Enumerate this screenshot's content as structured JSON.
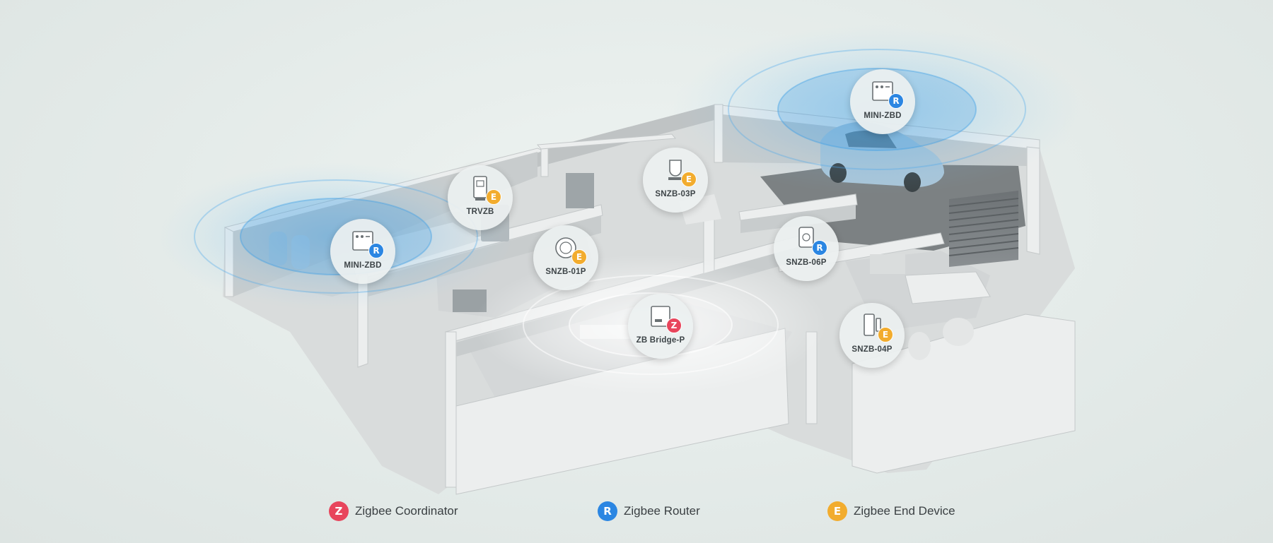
{
  "colors": {
    "coordinator": "#e8455c",
    "router": "#2b86e2",
    "end_device": "#f2ac2e",
    "router_signal": "#4aa8ea",
    "coordinator_signal": "#ffffff"
  },
  "nodes": [
    {
      "label": "TRVZB",
      "role": "end_device",
      "role_letter": "E",
      "icon": "thermostat-valve-icon"
    },
    {
      "label": "MINI-ZBD",
      "role": "router",
      "role_letter": "R",
      "icon": "mini-switch-icon"
    },
    {
      "label": "SNZB-01P",
      "role": "end_device",
      "role_letter": "E",
      "icon": "wireless-button-icon"
    },
    {
      "label": "SNZB-03P",
      "role": "end_device",
      "role_letter": "E",
      "icon": "motion-sensor-icon"
    },
    {
      "label": "MINI-ZBD",
      "role": "router",
      "role_letter": "R",
      "icon": "mini-switch-icon"
    },
    {
      "label": "SNZB-06P",
      "role": "router",
      "role_letter": "R",
      "icon": "presence-sensor-icon"
    },
    {
      "label": "ZB Bridge-P",
      "role": "coordinator",
      "role_letter": "Z",
      "icon": "bridge-hub-icon"
    },
    {
      "label": "SNZB-04P",
      "role": "end_device",
      "role_letter": "E",
      "icon": "door-sensor-icon"
    }
  ],
  "legend": [
    {
      "label": "Zigbee Coordinator",
      "role": "coordinator",
      "letter": "Z"
    },
    {
      "label": "Zigbee Router",
      "role": "router",
      "letter": "R"
    },
    {
      "label": "Zigbee End Device",
      "role": "end_device",
      "letter": "E"
    }
  ]
}
